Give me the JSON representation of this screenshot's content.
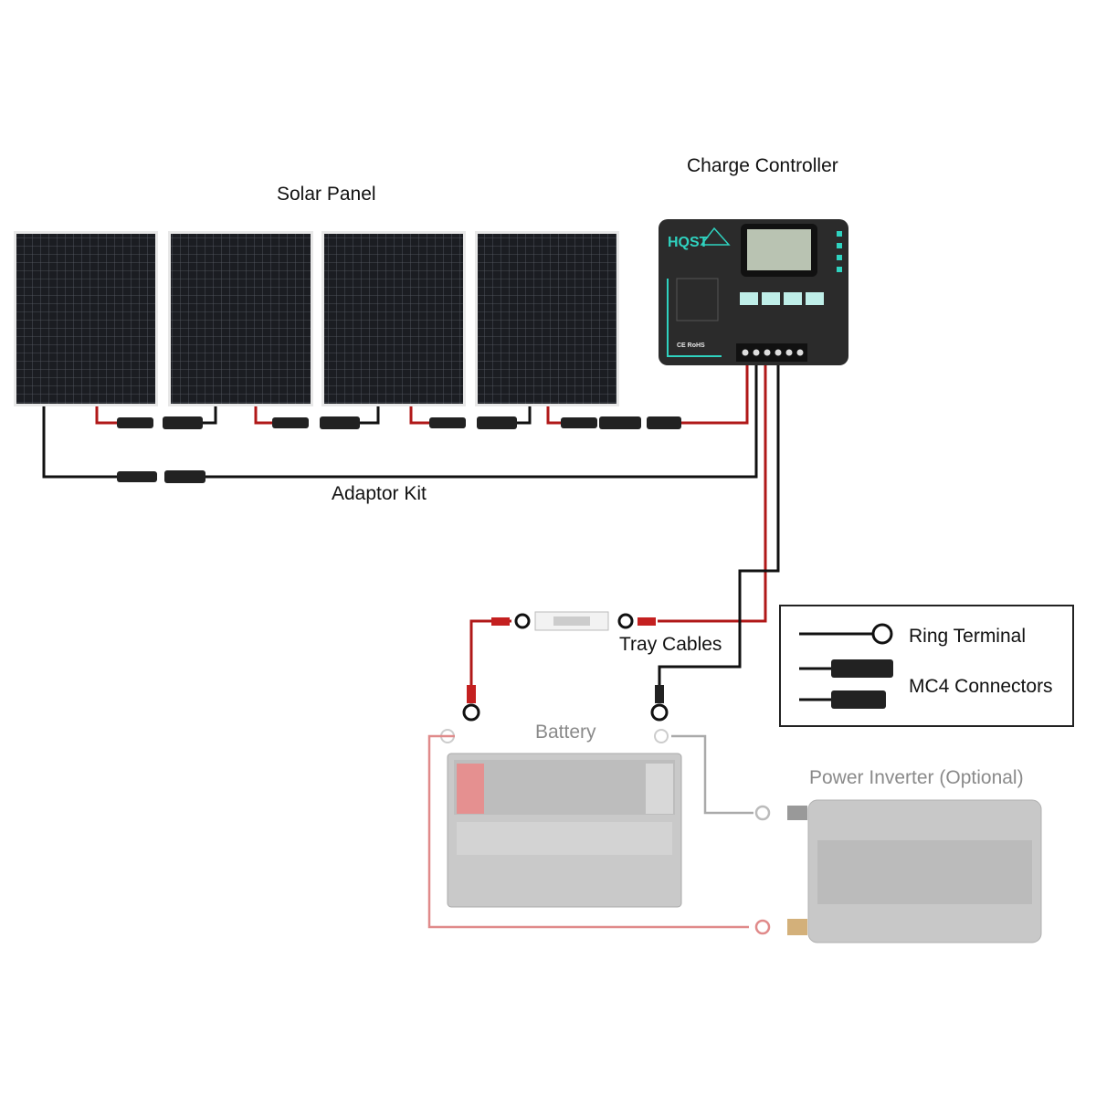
{
  "labels": {
    "solar_panel": "Solar Panel",
    "charge_controller": "Charge Controller",
    "adaptor_kit": "Adaptor Kit",
    "tray_cables": "Tray Cables",
    "battery": "Battery",
    "power_inverter": "Power Inverter (Optional)"
  },
  "legend": {
    "ring_terminal": "Ring Terminal",
    "mc4_connectors": "MC4 Connectors"
  },
  "controller": {
    "brand": "HQST",
    "certification": "CE RoHS"
  },
  "colors": {
    "positive_wire": "#b01818",
    "negative_wire": "#111111",
    "controller_body": "#2b2b2b",
    "controller_accent": "#2fd3c0",
    "lcd": "#b9c3b2",
    "faded_positive": "#e08a8a",
    "faded_gray": "#b8b8b8"
  }
}
